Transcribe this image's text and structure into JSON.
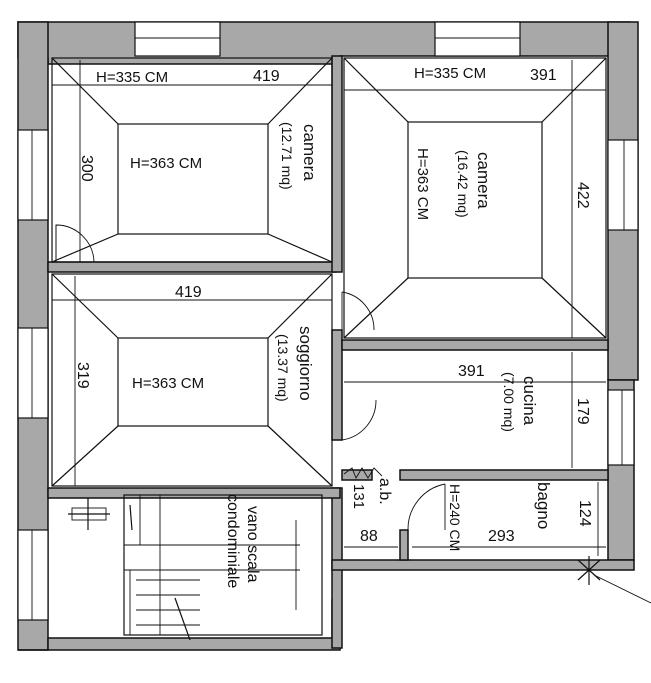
{
  "rooms": {
    "camera1": {
      "name": "camera",
      "area": "(12.71 mq)",
      "height_top": "H=335 CM",
      "height_center": "H=363 CM",
      "width": "419",
      "depth": "300"
    },
    "camera2": {
      "name": "camera",
      "area": "(16.42 mq)",
      "height_top": "H=335 CM",
      "height_center": "H=363 CM",
      "width": "391",
      "depth": "422"
    },
    "soggiorno": {
      "name": "soggiorno",
      "area": "(13.37 mq)",
      "height_center": "H=363 CM",
      "width": "419",
      "depth": "319"
    },
    "cucina": {
      "name": "cucina",
      "area": "(7.00 mq)",
      "width": "391",
      "depth": "179"
    },
    "bagno": {
      "name": "bagno",
      "height": "H=240 CM",
      "width": "293",
      "depth": "124"
    },
    "ab": {
      "name": "a.b.",
      "width": "88",
      "depth": "131"
    },
    "stair": {
      "name_line1": "vano scala",
      "name_line2": "condominiale"
    }
  }
}
